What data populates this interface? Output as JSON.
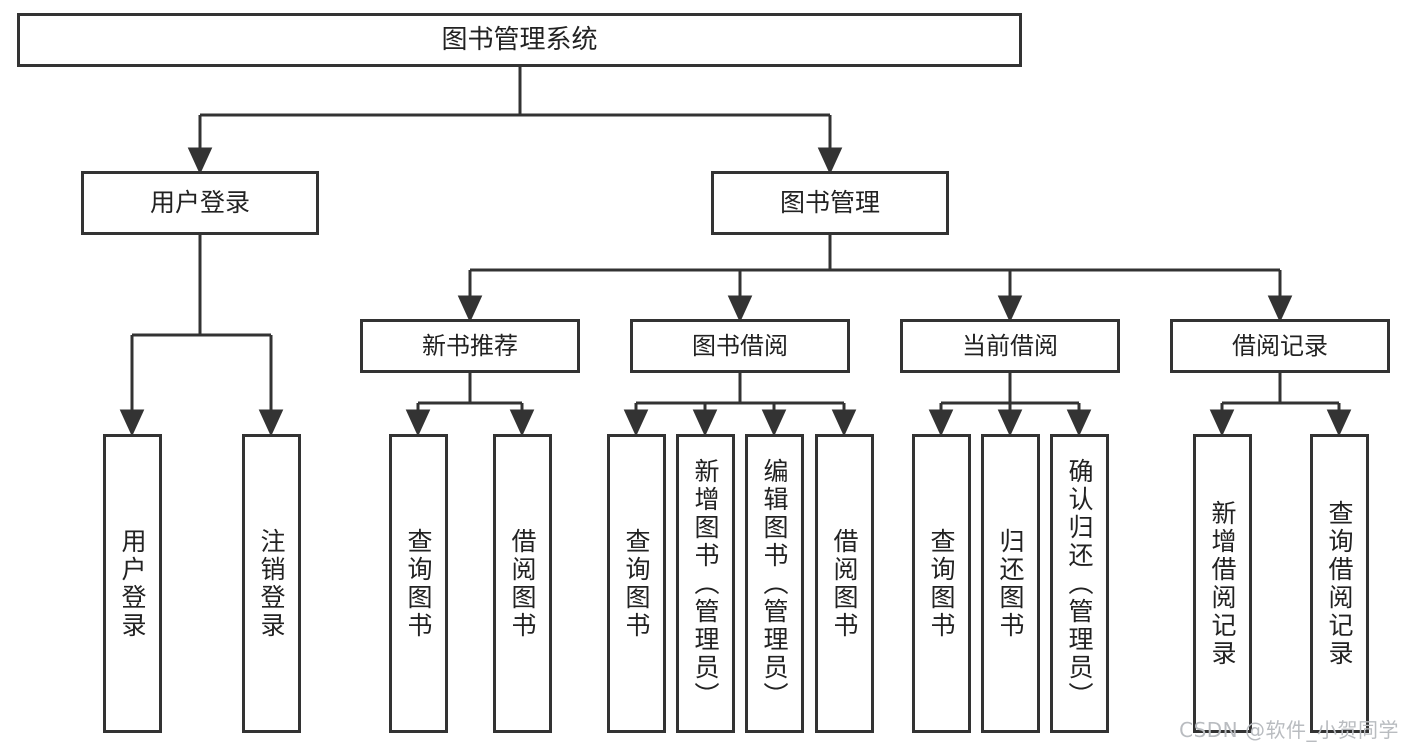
{
  "diagram": {
    "title": "图书管理系统",
    "type": "function-structure-tree",
    "colors": {
      "stroke": "#333333",
      "fill": "#ffffff",
      "text": "#222222",
      "watermark": "#b9bcc0"
    },
    "nodes": {
      "root": {
        "label": "图书管理系统"
      },
      "level1": [
        {
          "id": "user-login",
          "label": "用户登录"
        },
        {
          "id": "book-management",
          "label": "图书管理"
        }
      ],
      "level2": [
        {
          "id": "new-book-recommend",
          "label": "新书推荐"
        },
        {
          "id": "book-borrow",
          "label": "图书借阅"
        },
        {
          "id": "current-borrow",
          "label": "当前借阅"
        },
        {
          "id": "borrow-record",
          "label": "借阅记录"
        }
      ],
      "leaves": {
        "user_login": [
          {
            "id": "leaf-user-login",
            "label": "用户登录"
          },
          {
            "id": "leaf-user-logout",
            "label": "注销登录"
          }
        ],
        "new_book_recommend": [
          {
            "id": "leaf-query-book-1",
            "label": "查询图书"
          },
          {
            "id": "leaf-borrow-book-1",
            "label": "借阅图书"
          }
        ],
        "book_borrow": [
          {
            "id": "leaf-query-book-2",
            "label": "查询图书"
          },
          {
            "id": "leaf-add-book",
            "label": "新增图书（管理员）"
          },
          {
            "id": "leaf-edit-book",
            "label": "编辑图书（管理员）"
          },
          {
            "id": "leaf-borrow-book-2",
            "label": "借阅图书"
          }
        ],
        "current_borrow": [
          {
            "id": "leaf-query-book-3",
            "label": "查询图书"
          },
          {
            "id": "leaf-return-book",
            "label": "归还图书"
          },
          {
            "id": "leaf-confirm-return",
            "label": "确认归还（管理员）"
          }
        ],
        "borrow_record": [
          {
            "id": "leaf-add-record",
            "label": "新增借阅记录"
          },
          {
            "id": "leaf-query-record",
            "label": "查询借阅记录"
          }
        ]
      }
    }
  },
  "watermark": {
    "text": "CSDN @软件_小贺同学"
  }
}
